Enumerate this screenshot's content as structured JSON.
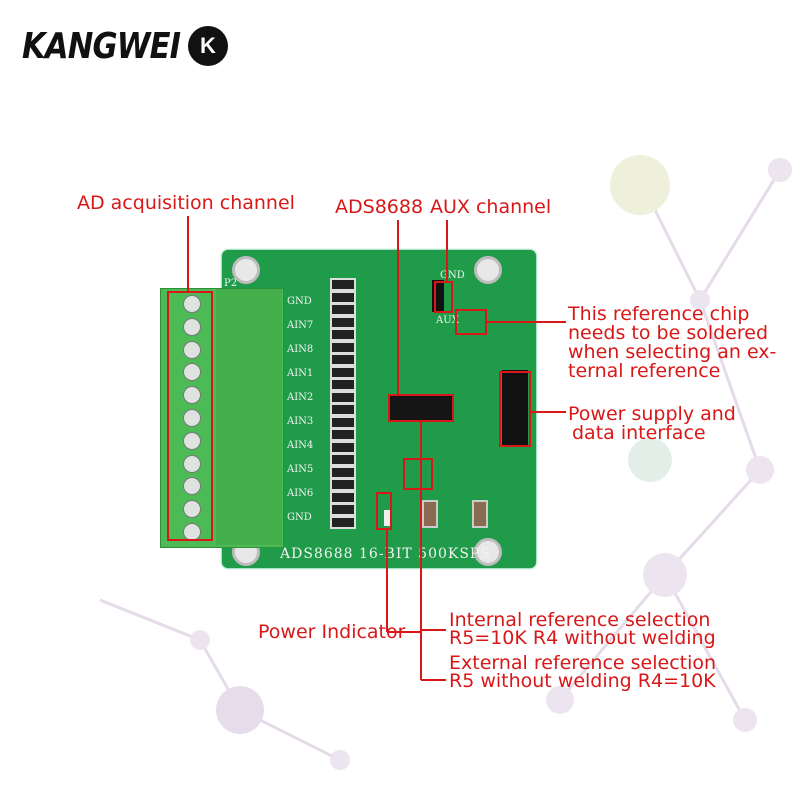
{
  "brand": {
    "logo_text": "KANGWEI",
    "logo_badge": "K"
  },
  "colors": {
    "annotation": "#d81818",
    "pcb": "#1f9b4a",
    "terminal": "#4cbb55"
  },
  "annotations": {
    "ad_channel": "AD acquisition channel",
    "ads8688": "ADS8688",
    "aux_channel": "AUX channel",
    "ref_chip": [
      "This reference chip",
      "needs to be soldered",
      "when selecting an ex-",
      "ternal reference"
    ],
    "power_interface": [
      "Power supply and",
      "data interface"
    ],
    "power_indicator": "Power Indicator",
    "internal_ref": [
      "Internal reference selection",
      "R5=10K R4 without welding"
    ],
    "external_ref": [
      "External reference selection",
      "R5 without welding R4=10K"
    ]
  },
  "pcb": {
    "channel_labels": [
      "GND",
      "AIN7",
      "AIN8",
      "AIN1",
      "AIN2",
      "AIN3",
      "AIN4",
      "AIN5",
      "AIN6",
      "GND"
    ],
    "bottom_text": "ADS8688  16-BIT  500KSPS",
    "gnd": "GND",
    "aux": "AUX",
    "p2": "P2"
  }
}
